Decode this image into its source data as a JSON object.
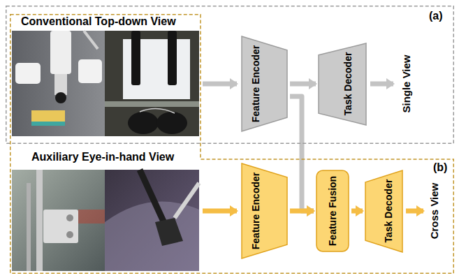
{
  "diagram": {
    "nodes": [
      {
        "text": [
          "(a)"
        ]
      },
      {
        "text": [
          "Feature Encoder"
        ],
        "in": 0
      },
      {
        "text": [
          "Task Decoder"
        ],
        "in": 0
      },
      {
        "text": [
          "(b)"
        ]
      },
      {
        "text": [
          "Feature Encoder"
        ],
        "in": 3
      },
      {
        "text": [
          "Feature Fusion"
        ],
        "in": 3
      },
      {
        "text": [
          "Task Decoder"
        ],
        "in": 3
      }
    ],
    "edges": [
      {
        "from": 1,
        "to": 2,
        "arrow": "to"
      },
      {
        "from": 1,
        "to": 5,
        "arrow": "to"
      },
      {
        "from": 4,
        "to": 5,
        "arrow": "to"
      },
      {
        "from": 5,
        "to": 6,
        "arrow": "to"
      }
    ],
    "labels": [
      "Conventional Top-down View",
      "Single View",
      "Auxiliary Eye-in-hand View",
      "Cross View"
    ]
  }
}
